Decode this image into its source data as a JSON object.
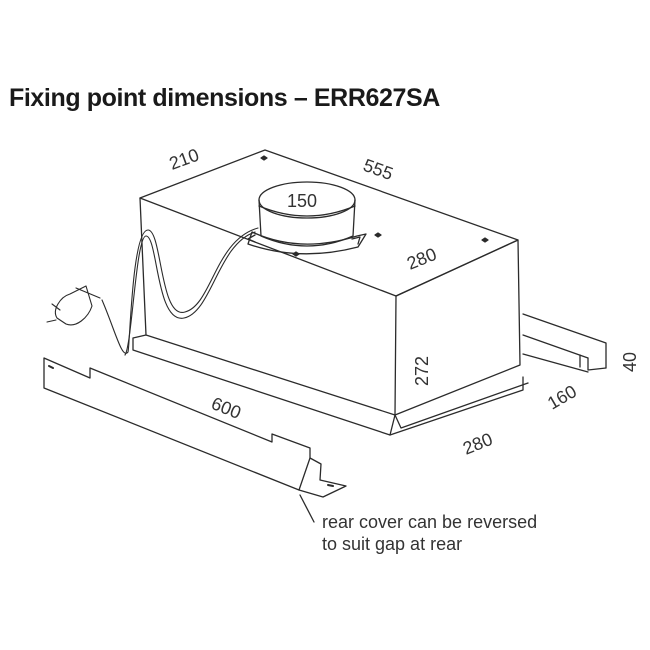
{
  "title": "Fixing point dimensions – ERR627SA",
  "dimensions": {
    "top_depth": "210",
    "top_width": "555",
    "duct_diameter": "150",
    "side_depth": "280",
    "height": "272",
    "bracket_width": "600",
    "visor_height": "40",
    "visor_extension": "160",
    "base_depth": "280"
  },
  "note": {
    "line1": "rear cover can be reversed",
    "line2": "to suit gap at rear"
  }
}
